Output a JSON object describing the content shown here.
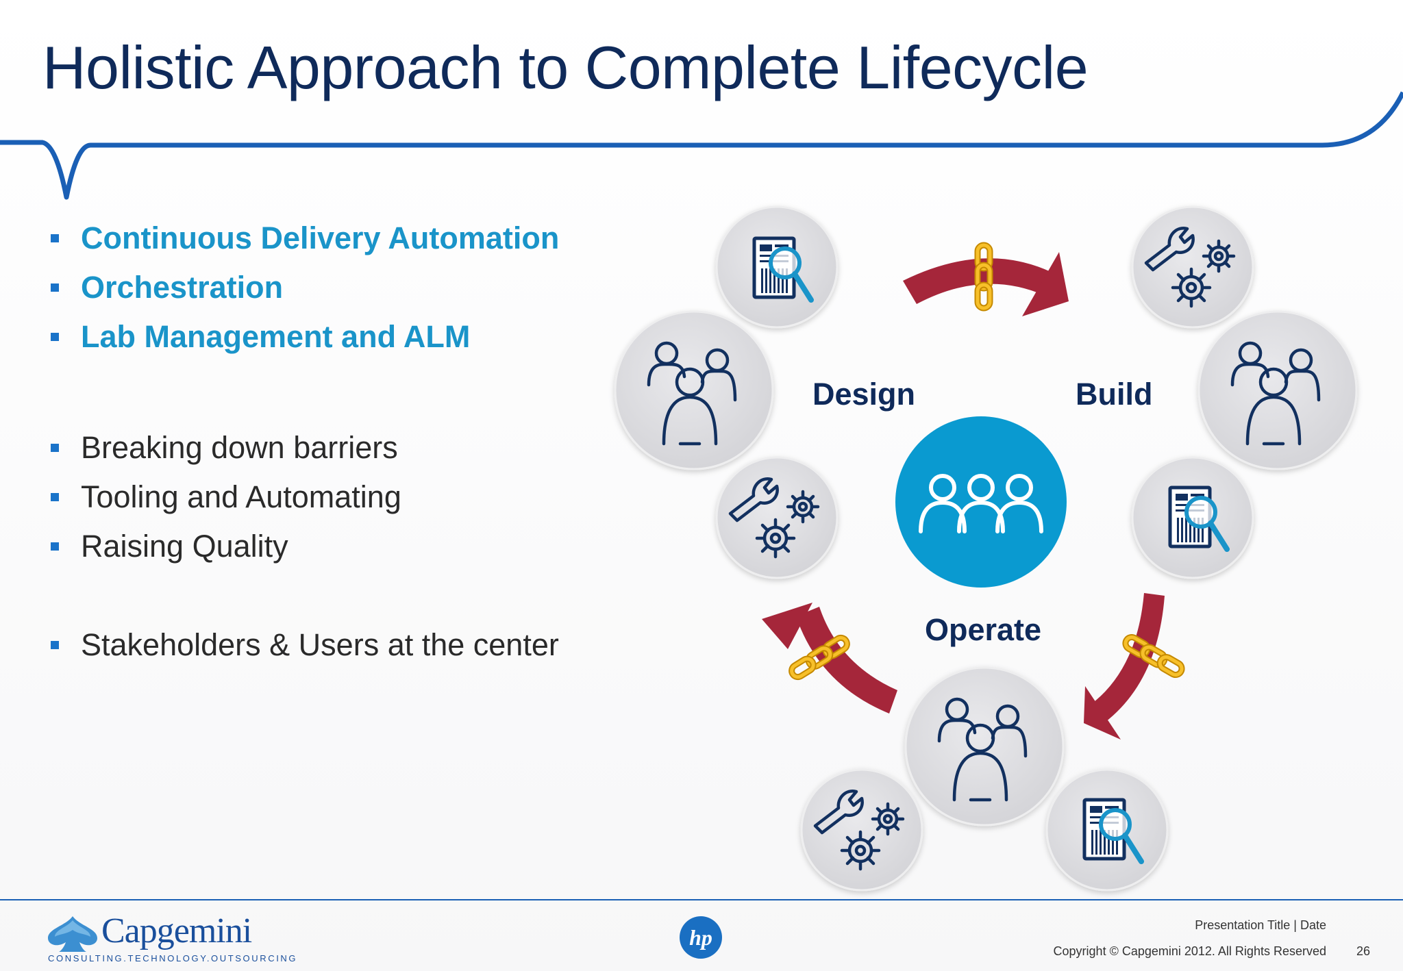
{
  "slide": {
    "title": "Holistic Approach to Complete Lifecycle"
  },
  "bullets": {
    "highlighted": [
      "Continuous Delivery Automation",
      "Orchestration",
      "Lab Management and ALM"
    ],
    "group2": [
      "Breaking down barriers",
      "Tooling and Automating",
      "Raising Quality"
    ],
    "group3": [
      "Stakeholders & Users at the center"
    ]
  },
  "diagram": {
    "phases": {
      "design": "Design",
      "build": "Build",
      "operate": "Operate"
    },
    "icons": [
      "document-search-icon",
      "people-icon",
      "tools-gears-icon",
      "team-icon",
      "cycle-arrow-icon",
      "chain-link-icon"
    ]
  },
  "footer": {
    "brand": "Capgemini",
    "tagline": "CONSULTING.TECHNOLOGY.OUTSOURCING",
    "presentation_title": "Presentation Title | Date",
    "copyright": "Copyright © Capgemini 2012. All Rights Reserved",
    "page_number": "26"
  },
  "colors": {
    "title": "#0f2a5a",
    "highlight": "#1a94c9",
    "accent_blue": "#1a5fb5",
    "arrow_red": "#a5263a",
    "chain_yellow": "#f2b824",
    "center_blue": "#0a9ad0",
    "circle_gray": "#dcdcdf"
  }
}
